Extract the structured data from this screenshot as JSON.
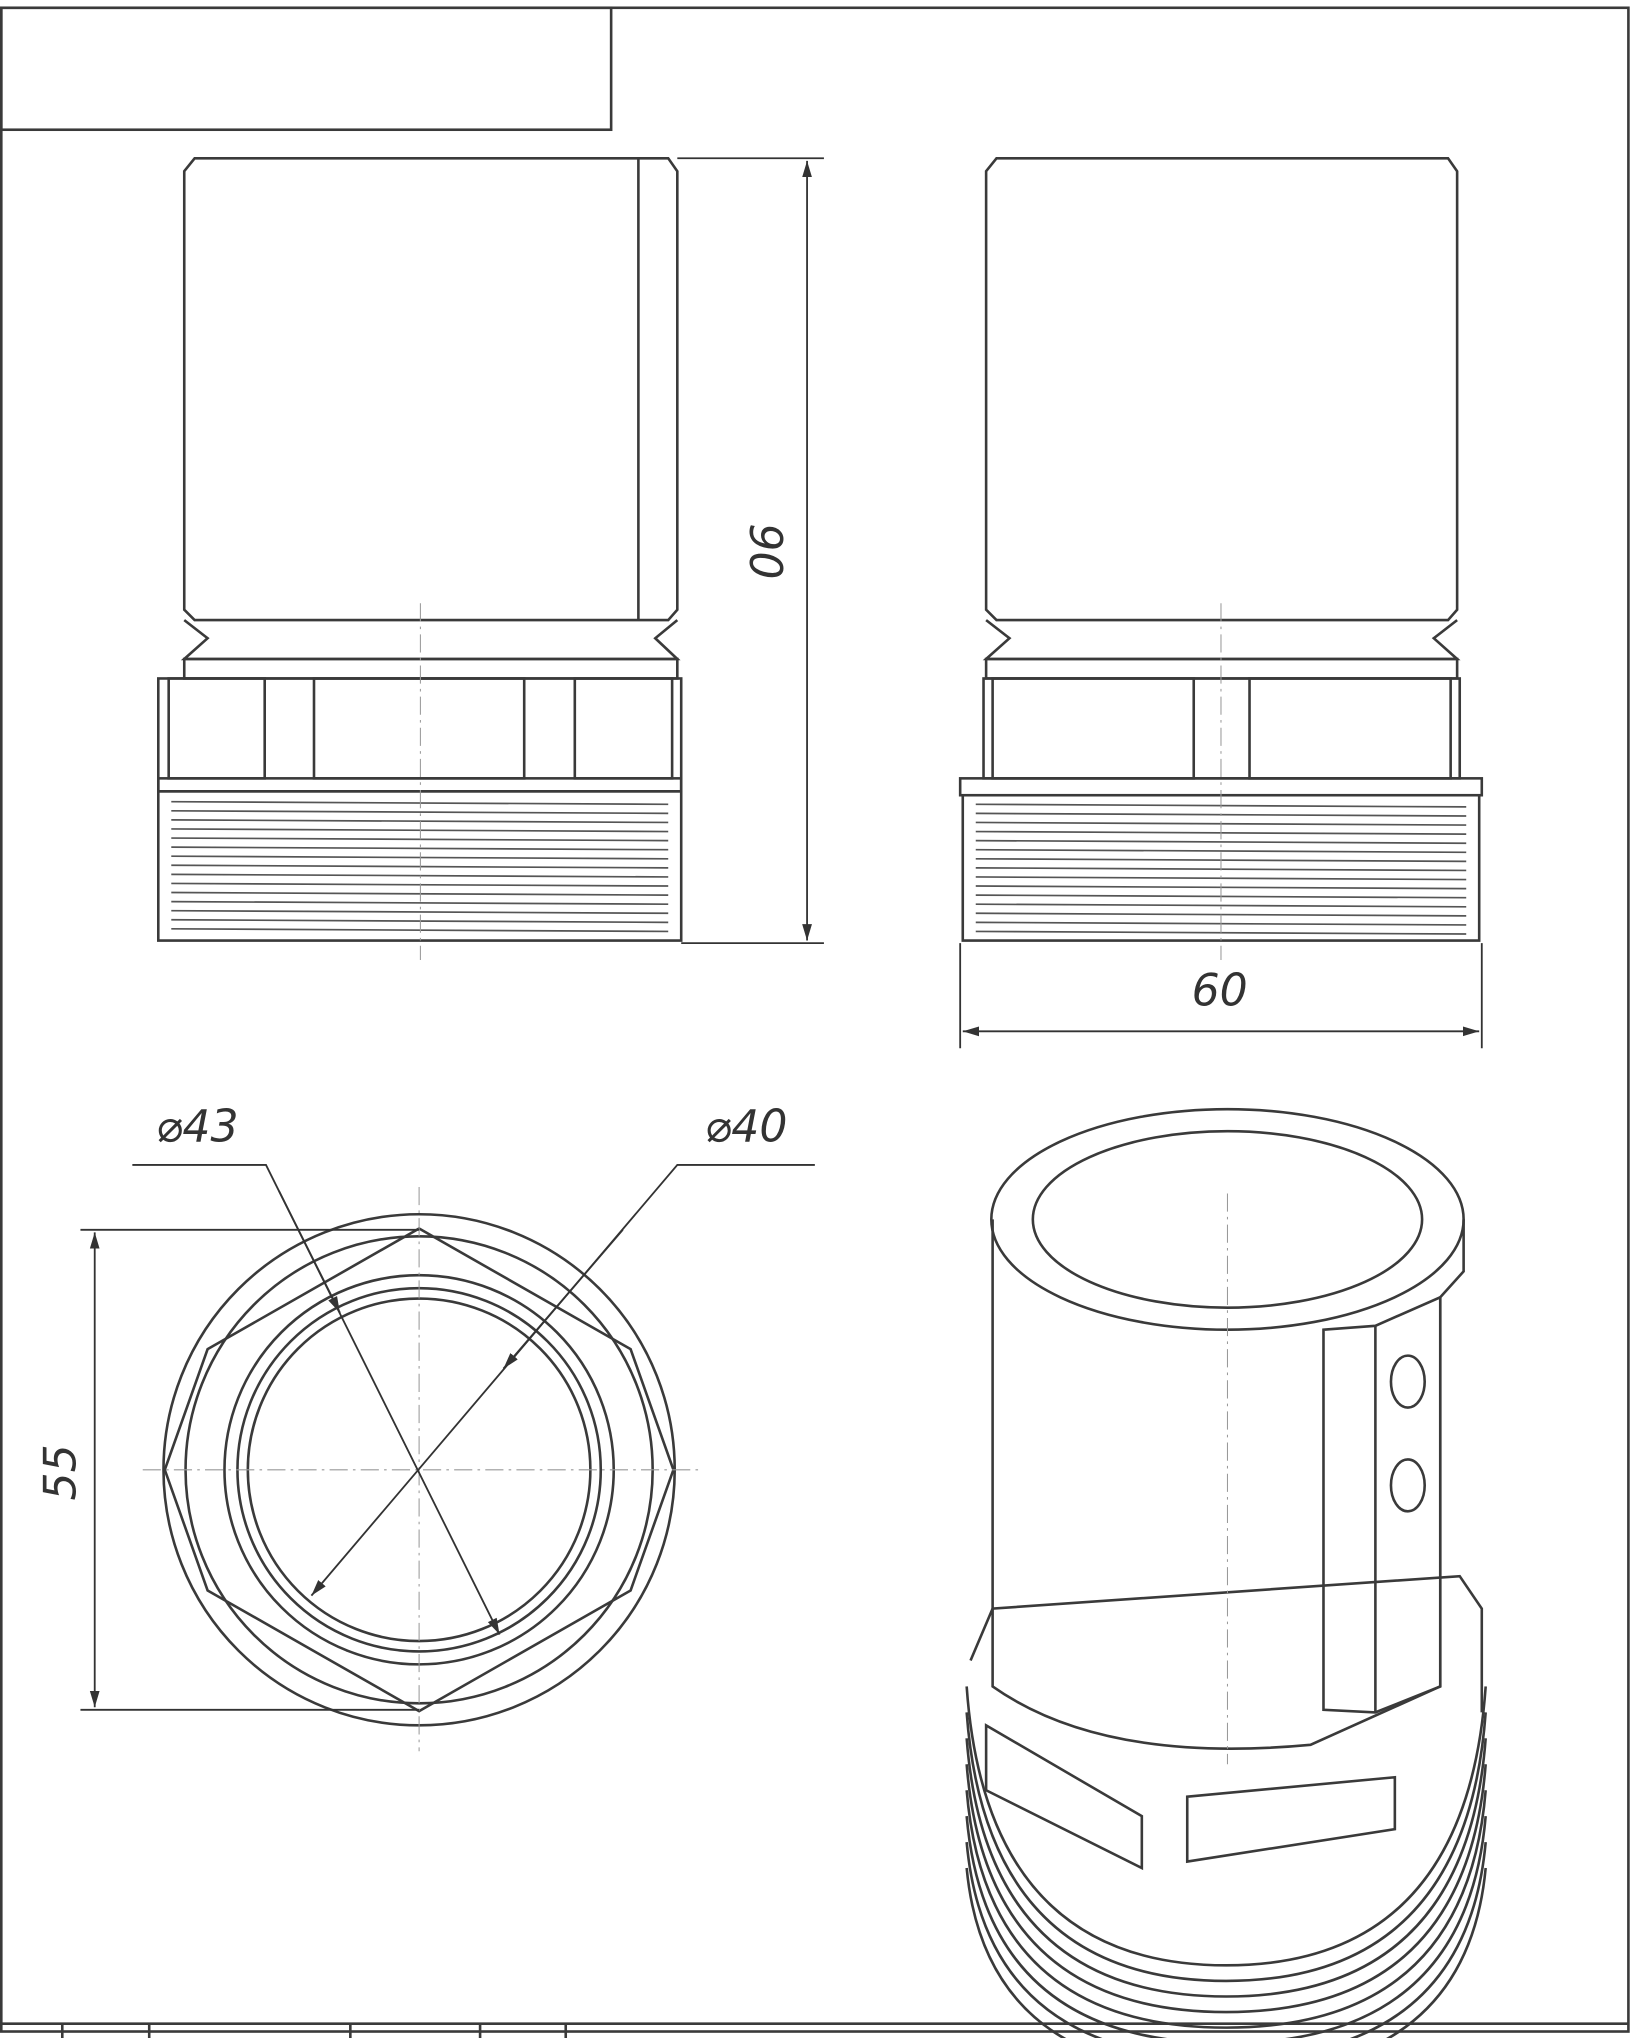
{
  "drawing": {
    "dimensions": {
      "height": "90",
      "width": "60",
      "diameter_outer": "⌀43",
      "diameter_inner": "⌀40",
      "across_flats": "55"
    }
  }
}
